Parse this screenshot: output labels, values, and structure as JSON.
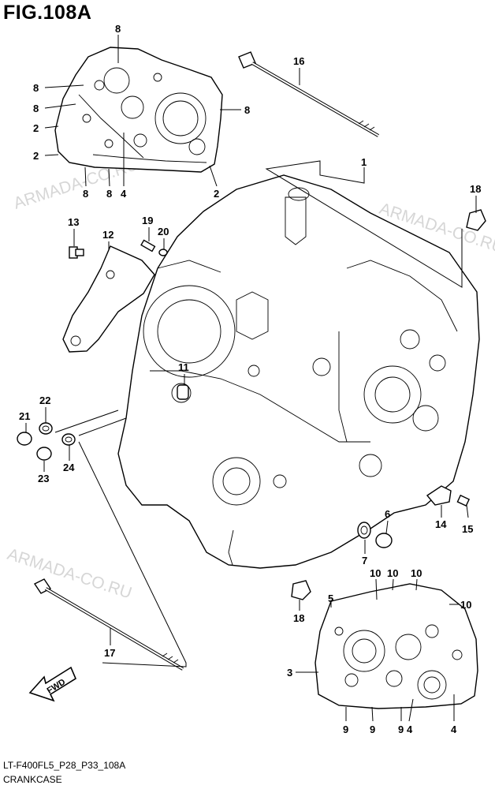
{
  "figure": {
    "title": "FIG.108A",
    "code": "LT-F400FL5_P28_P33_108A",
    "caption": "CRANKCASE"
  },
  "watermark": "ARMADA-CO.RU",
  "fwd_label": "FWD",
  "callouts": [
    {
      "id": "c8a",
      "text": "8"
    },
    {
      "id": "c8b",
      "text": "8"
    },
    {
      "id": "c8c",
      "text": "8"
    },
    {
      "id": "c8d",
      "text": "8"
    },
    {
      "id": "c2a",
      "text": "2"
    },
    {
      "id": "c2b",
      "text": "2"
    },
    {
      "id": "c8e",
      "text": "8"
    },
    {
      "id": "c8f",
      "text": "8"
    },
    {
      "id": "c4a",
      "text": "4"
    },
    {
      "id": "c2c",
      "text": "2"
    },
    {
      "id": "c16",
      "text": "16"
    },
    {
      "id": "c1",
      "text": "1"
    },
    {
      "id": "c18a",
      "text": "18"
    },
    {
      "id": "c13",
      "text": "13"
    },
    {
      "id": "c12",
      "text": "12"
    },
    {
      "id": "c19",
      "text": "19"
    },
    {
      "id": "c20",
      "text": "20"
    },
    {
      "id": "c11",
      "text": "11"
    },
    {
      "id": "c22",
      "text": "22"
    },
    {
      "id": "c21",
      "text": "21"
    },
    {
      "id": "c23",
      "text": "23"
    },
    {
      "id": "c24",
      "text": "24"
    },
    {
      "id": "c14",
      "text": "14"
    },
    {
      "id": "c15",
      "text": "15"
    },
    {
      "id": "c6",
      "text": "6"
    },
    {
      "id": "c7",
      "text": "7"
    },
    {
      "id": "c10a",
      "text": "10"
    },
    {
      "id": "c10b",
      "text": "10"
    },
    {
      "id": "c10c",
      "text": "10"
    },
    {
      "id": "c10d",
      "text": "10"
    },
    {
      "id": "c5",
      "text": "5"
    },
    {
      "id": "c18b",
      "text": "18"
    },
    {
      "id": "c17",
      "text": "17"
    },
    {
      "id": "c3",
      "text": "3"
    },
    {
      "id": "c9a",
      "text": "9"
    },
    {
      "id": "c9b",
      "text": "9"
    },
    {
      "id": "c9c",
      "text": "9"
    },
    {
      "id": "c4b",
      "text": "4"
    },
    {
      "id": "c4c",
      "text": "4"
    }
  ]
}
